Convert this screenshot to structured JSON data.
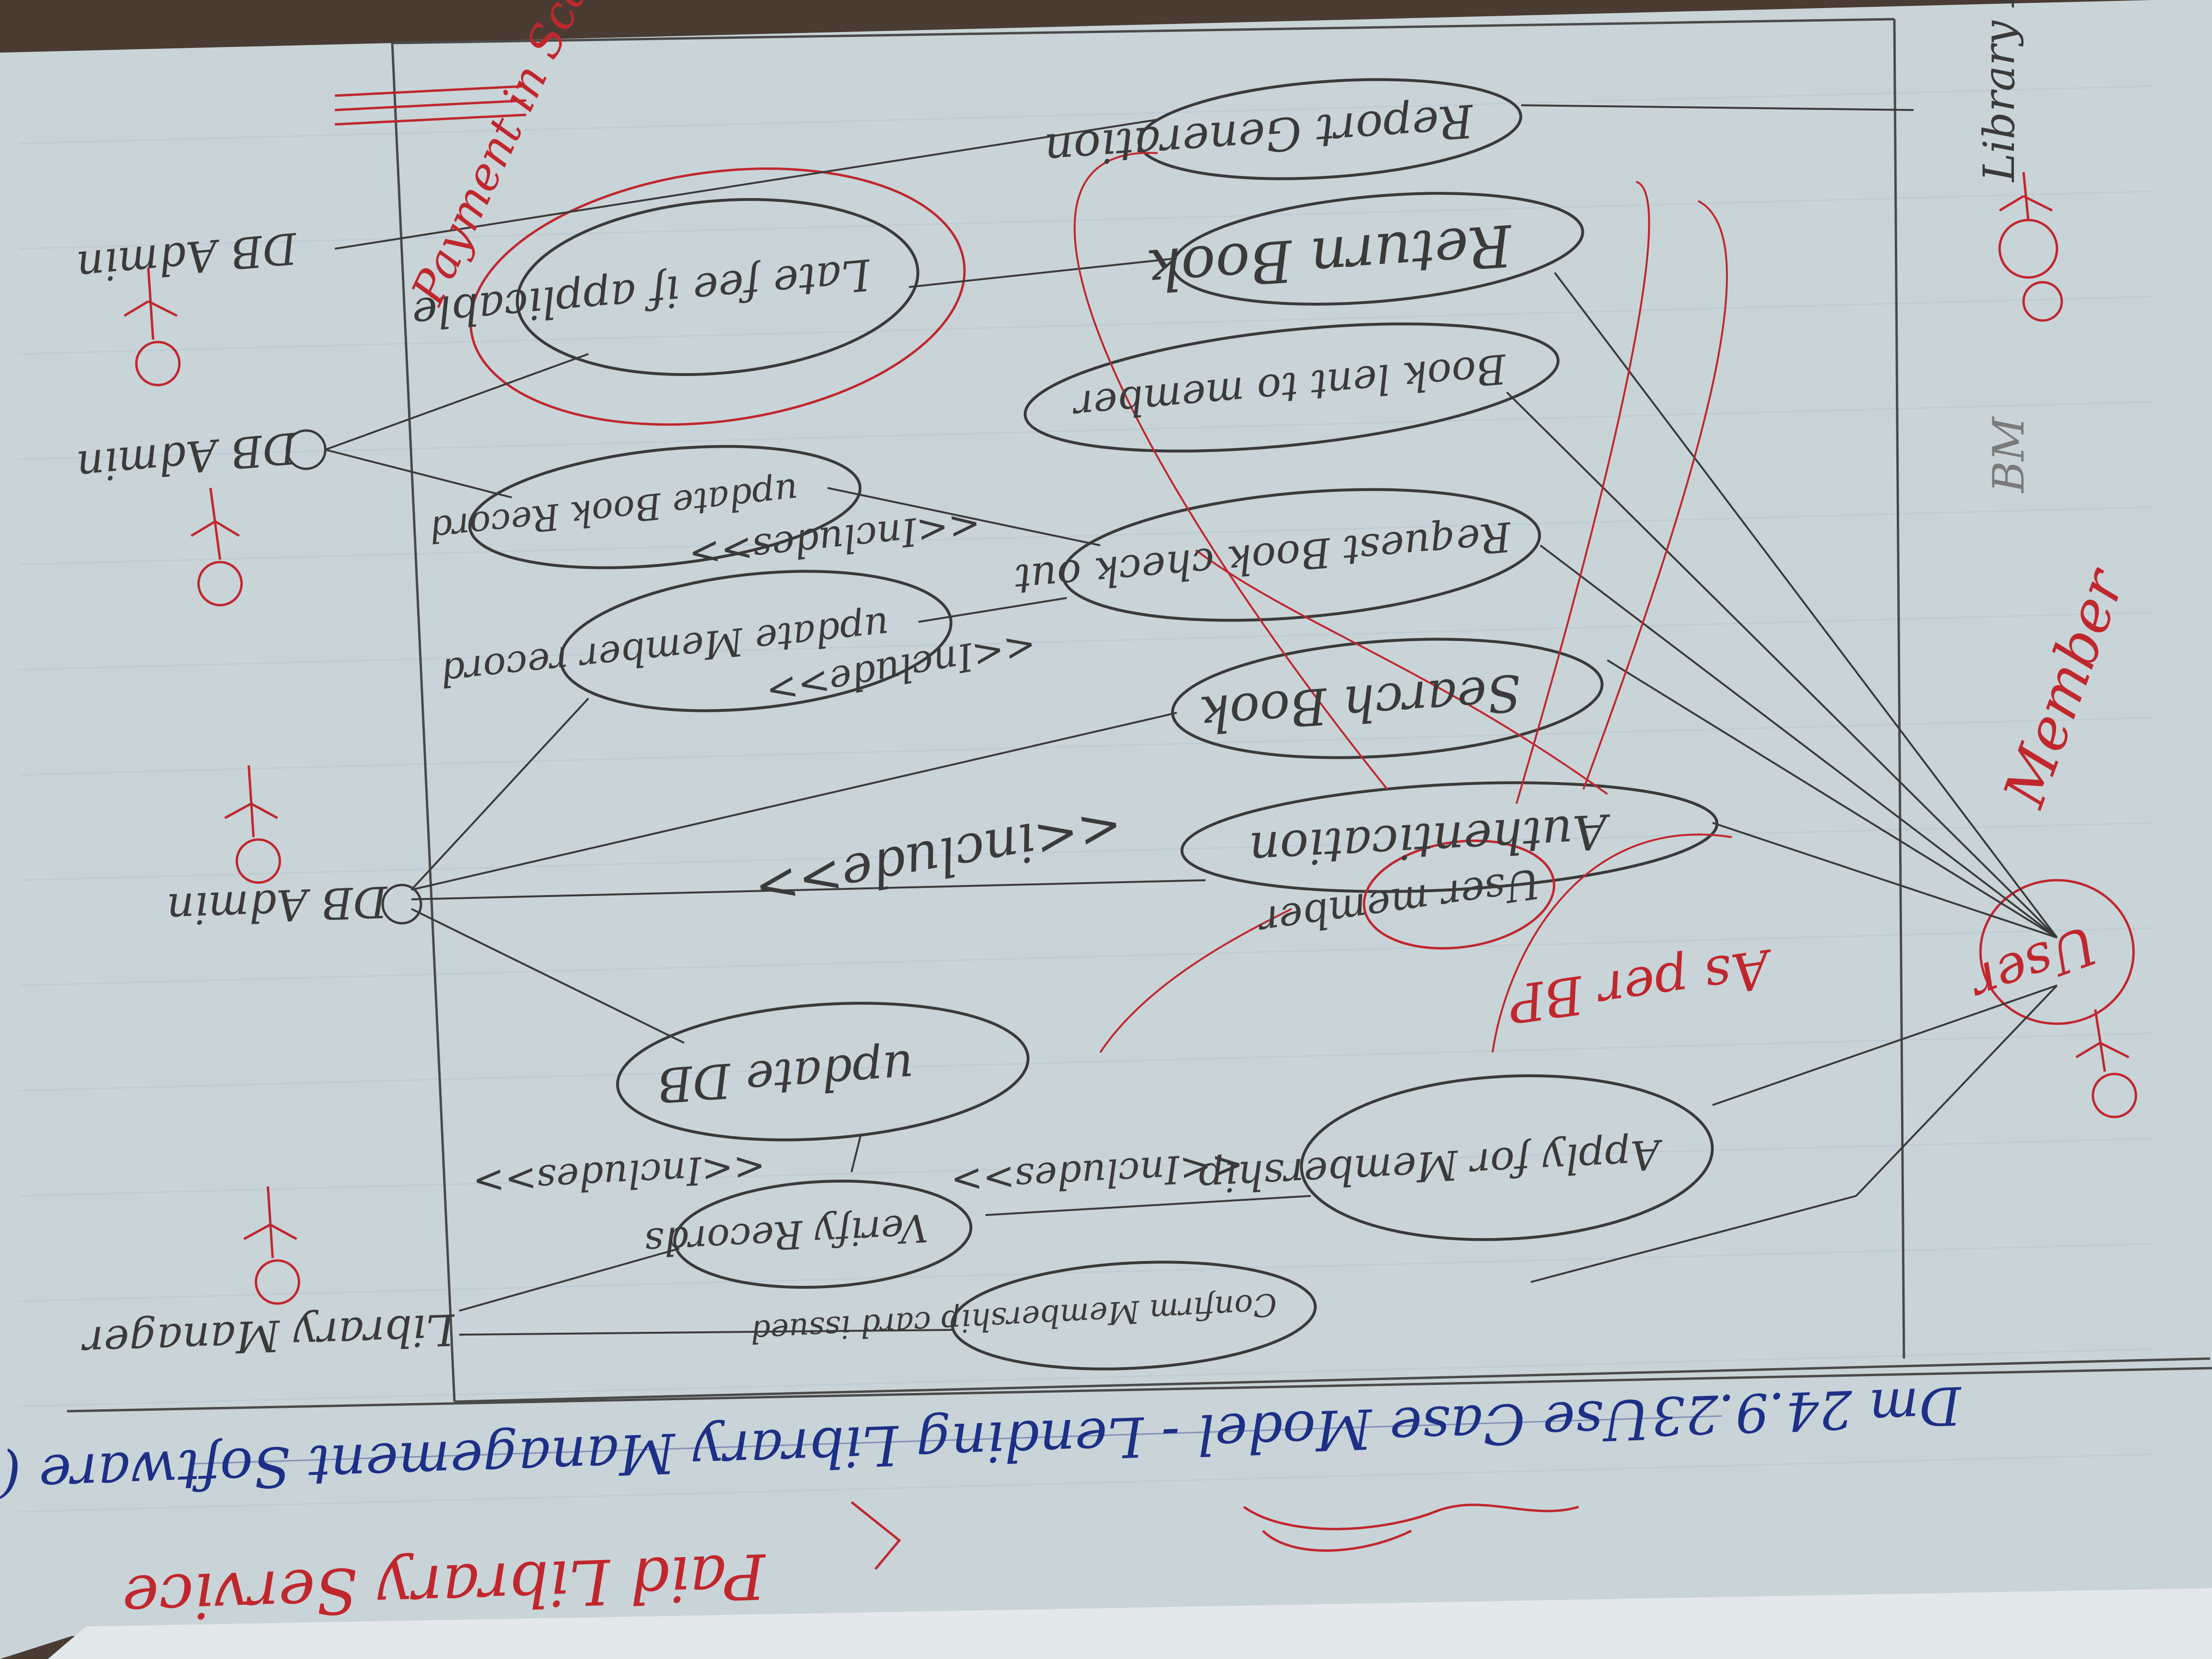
{
  "header": {
    "date": "Dm 24.9.23",
    "title": "Use Case Model - Lending Library Management Software (LLMS)",
    "subtitle": "Paid Library Service"
  },
  "actors": {
    "library_manager_top": "Library Manager",
    "db_admin_1": "DB Admin",
    "db_admin_2": "DB Admin",
    "db_admin_3": "DB Admin",
    "library_manager_bottom": "Library Manager",
    "member": "Member",
    "user": "User"
  },
  "use_cases": {
    "confirm_membership": "Confirm Membership card issued",
    "verify_records": "Verify Records",
    "apply_membership": "Apply for Membership",
    "update_db": "update DB",
    "user_member": "User member",
    "authentication": "Authentication",
    "search_book": "Search Book",
    "update_member_record": "update Member record",
    "request_book": "Request Book check out",
    "update_book_record": "update Book Record",
    "book_lent": "Book lent to member",
    "return_book": "Return Book",
    "late_fee": "Late fee if applicable",
    "report_generation": "Report Generation"
  },
  "relations": {
    "include_1": "<<Includes>>",
    "include_2": "<<Includes>>",
    "include_3": "<<Includes>>",
    "include_4": "<<Include>>",
    "include_5": "<<include>>"
  },
  "annotations": {
    "as_per_bp": "As per BP",
    "payment": "Payment in Scanned",
    "right_margin": "BM"
  },
  "colors": {
    "paper": "#c9d4d8",
    "pencil": "#3a3a3a",
    "red_ink": "#c0272d",
    "blue_ink": "#1d2f86",
    "background": "#4a3c32"
  }
}
